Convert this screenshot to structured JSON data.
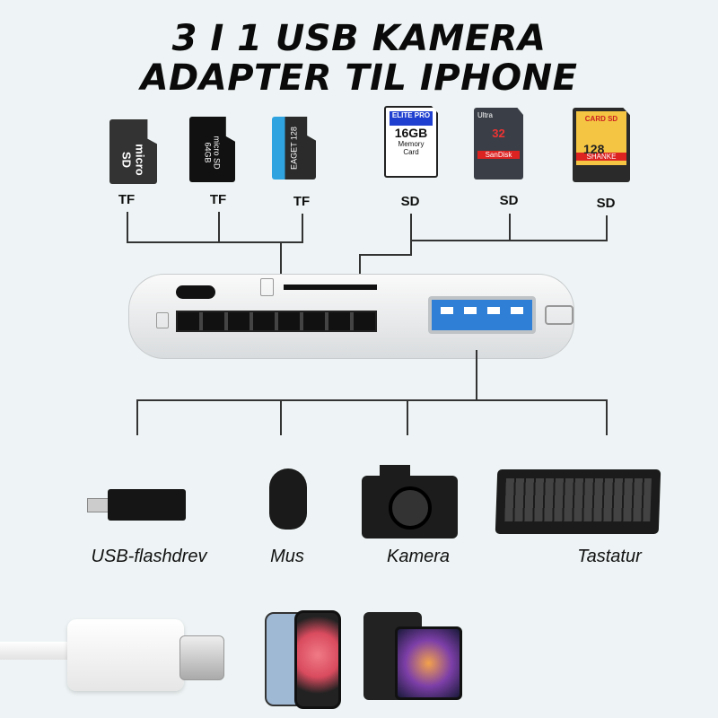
{
  "title": {
    "line1": "3 I 1 USB KAMERA",
    "line2": "ADAPTER TIL IPHONE"
  },
  "cards": [
    {
      "type": "TF",
      "text": "micro SD"
    },
    {
      "type": "TF",
      "text": "micro SD 64GB"
    },
    {
      "type": "TF",
      "text": "EAGET 128"
    },
    {
      "type": "SD",
      "brand": "ELITE PRO",
      "capacity": "16GB",
      "text": "Memory Card"
    },
    {
      "type": "SD",
      "brand": "SanDisk",
      "capacity": "32",
      "text": "Ultra"
    },
    {
      "type": "SD",
      "brand": "SHANKE",
      "capacity": "128",
      "text": "CARD SD"
    }
  ],
  "devices": [
    {
      "label": "USB-flashdrev"
    },
    {
      "label": "Mus"
    },
    {
      "label": "Kamera"
    },
    {
      "label": "Tastatur"
    }
  ],
  "colors": {
    "background": "#eef4f5",
    "usb_blue": "#2f7fd6"
  }
}
